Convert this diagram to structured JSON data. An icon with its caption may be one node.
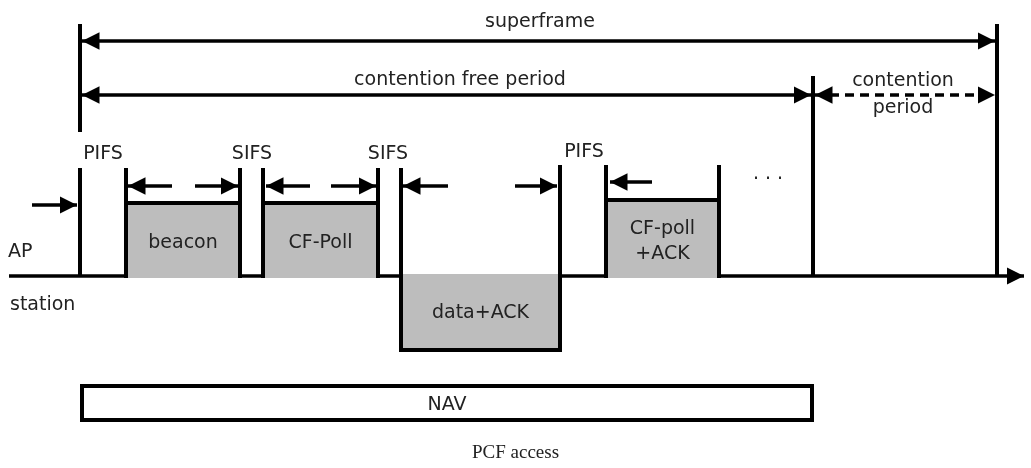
{
  "diagram": {
    "caption": "PCF access",
    "nodes": [
      {
        "text": [
          "beacon"
        ]
      },
      {
        "text": [
          "CF-Poll"
        ]
      },
      {
        "text": [
          "data+ACK"
        ]
      },
      {
        "text": [
          "CF-poll +ACK"
        ]
      },
      {
        "text": [
          "NAV"
        ]
      }
    ],
    "labels": [
      "superframe",
      "contention free period",
      "contention period",
      "PIFS",
      "SIFS",
      "SIFS",
      "PIFS",
      "· · ·",
      "AP",
      "station"
    ]
  }
}
